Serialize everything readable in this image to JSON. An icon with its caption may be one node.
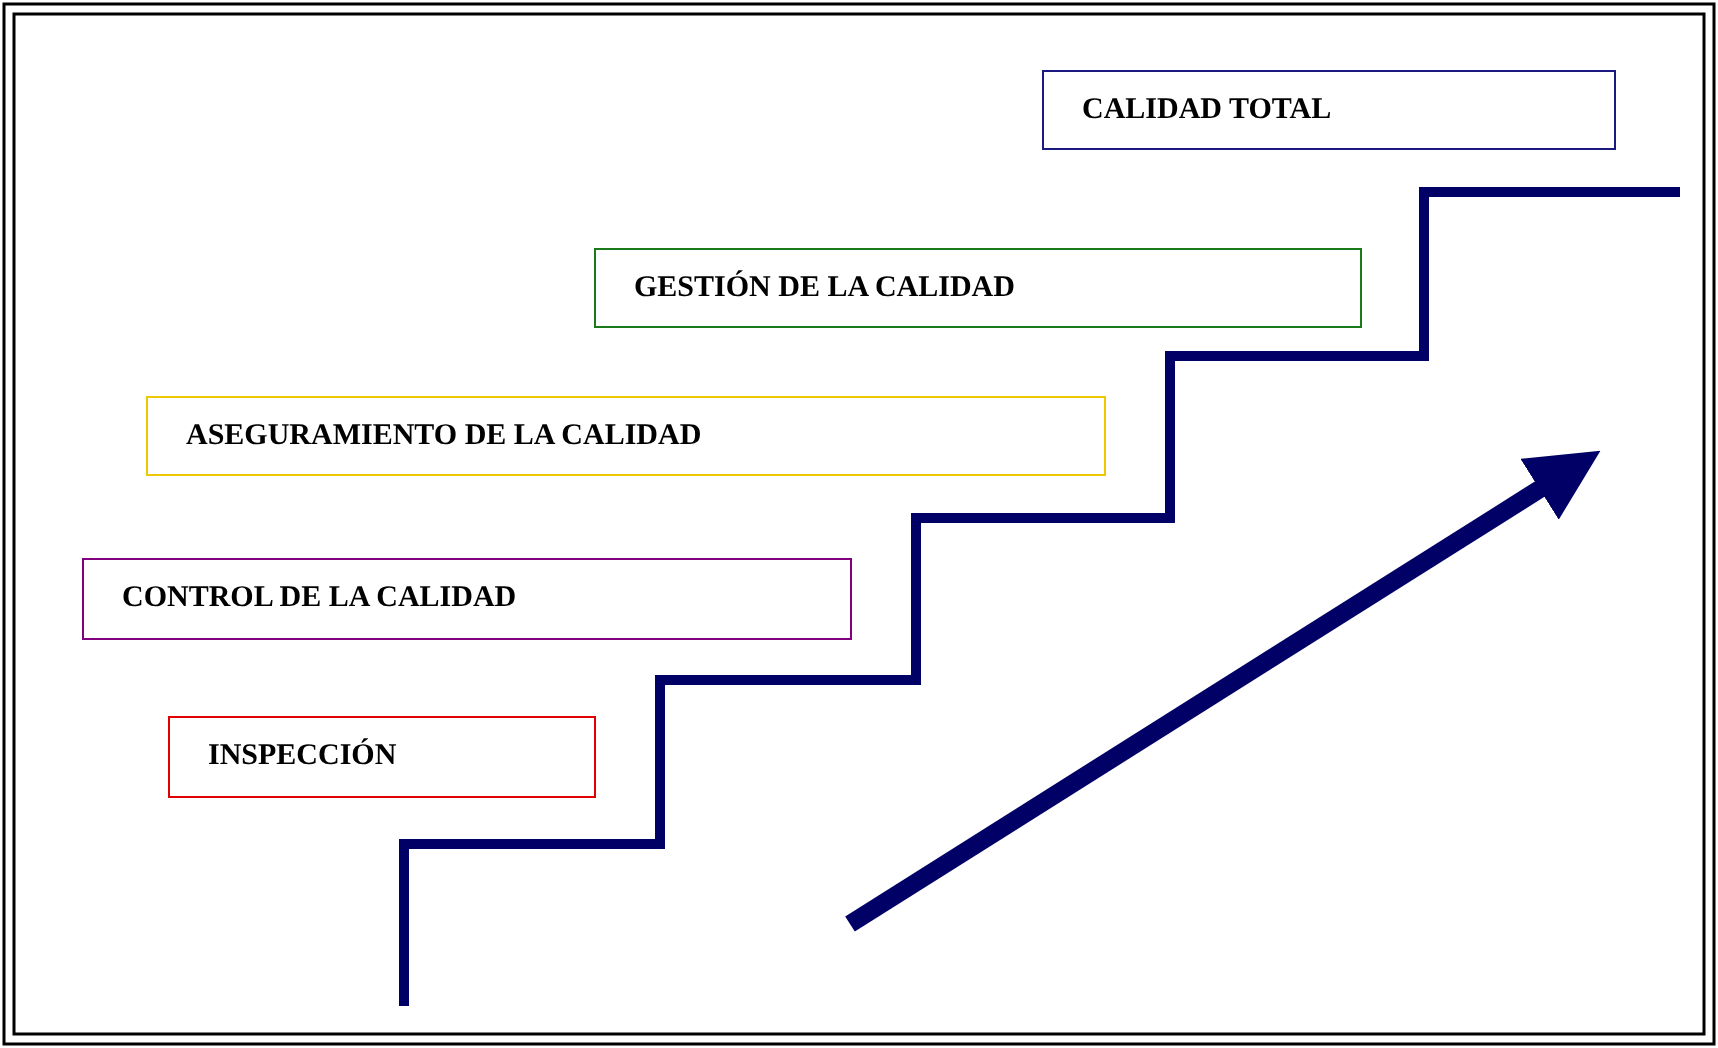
{
  "diagram": {
    "nodes": [
      {
        "text": [
          "CALIDAD TOTAL"
        ]
      },
      {
        "text": [
          "GESTIÓN DE LA CALIDAD"
        ]
      },
      {
        "text": [
          "ASEGURAMIENTO DE LA CALIDAD"
        ]
      },
      {
        "text": [
          "CONTROL DE LA CALIDAD"
        ]
      },
      {
        "text": [
          "INSPECCIÓN"
        ]
      }
    ]
  }
}
